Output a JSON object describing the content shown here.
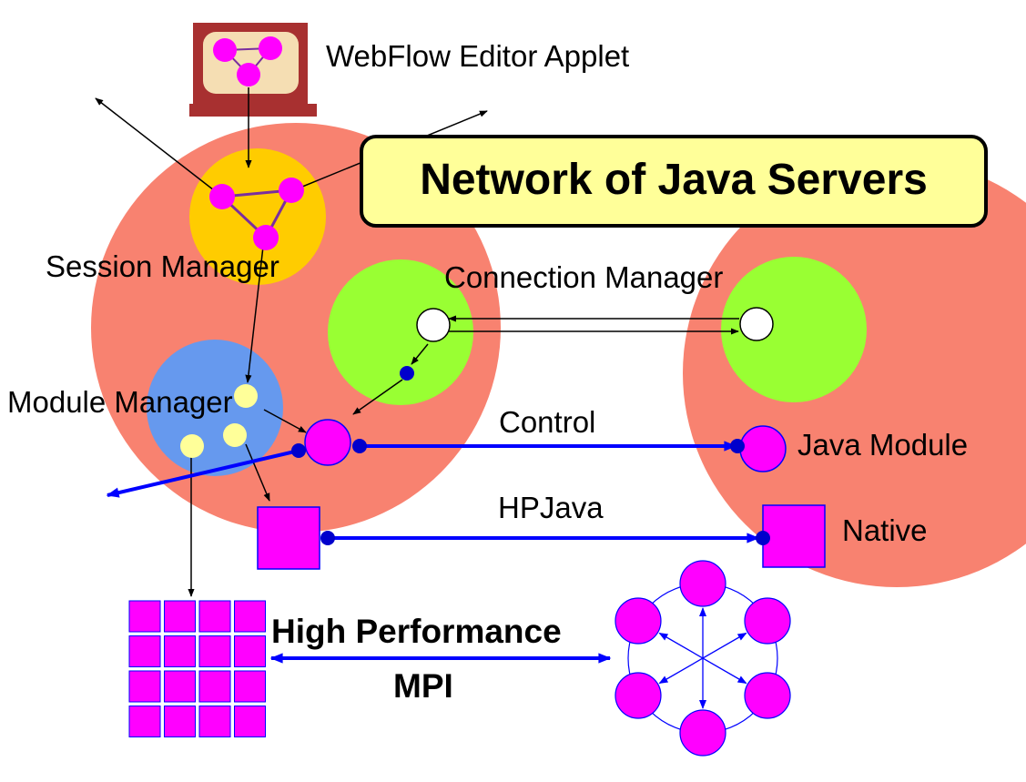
{
  "diagram": {
    "title": "Network of Java Servers",
    "labels": {
      "webflow_editor": "WebFlow Editor Applet",
      "session_manager": "Session Manager",
      "connection_manager": "Connection Manager",
      "module_manager": "Module Manager",
      "control": "Control",
      "java_module": "Java Module",
      "hpjava": "HPJava",
      "native": "Native",
      "high_performance": "High Performance",
      "mpi": "MPI"
    },
    "colors": {
      "server": "#f88270",
      "session": "#ffcc00",
      "connection": "#99ff33",
      "module_mgr": "#6699ee",
      "node": "#ff00ff",
      "module_node": "#ffff99",
      "link_blue": "#0000ff",
      "dot": "#0000cc",
      "title_box": "#ffff99",
      "monitor": "#a83030",
      "monitor_screen": "#f5deb3"
    }
  }
}
